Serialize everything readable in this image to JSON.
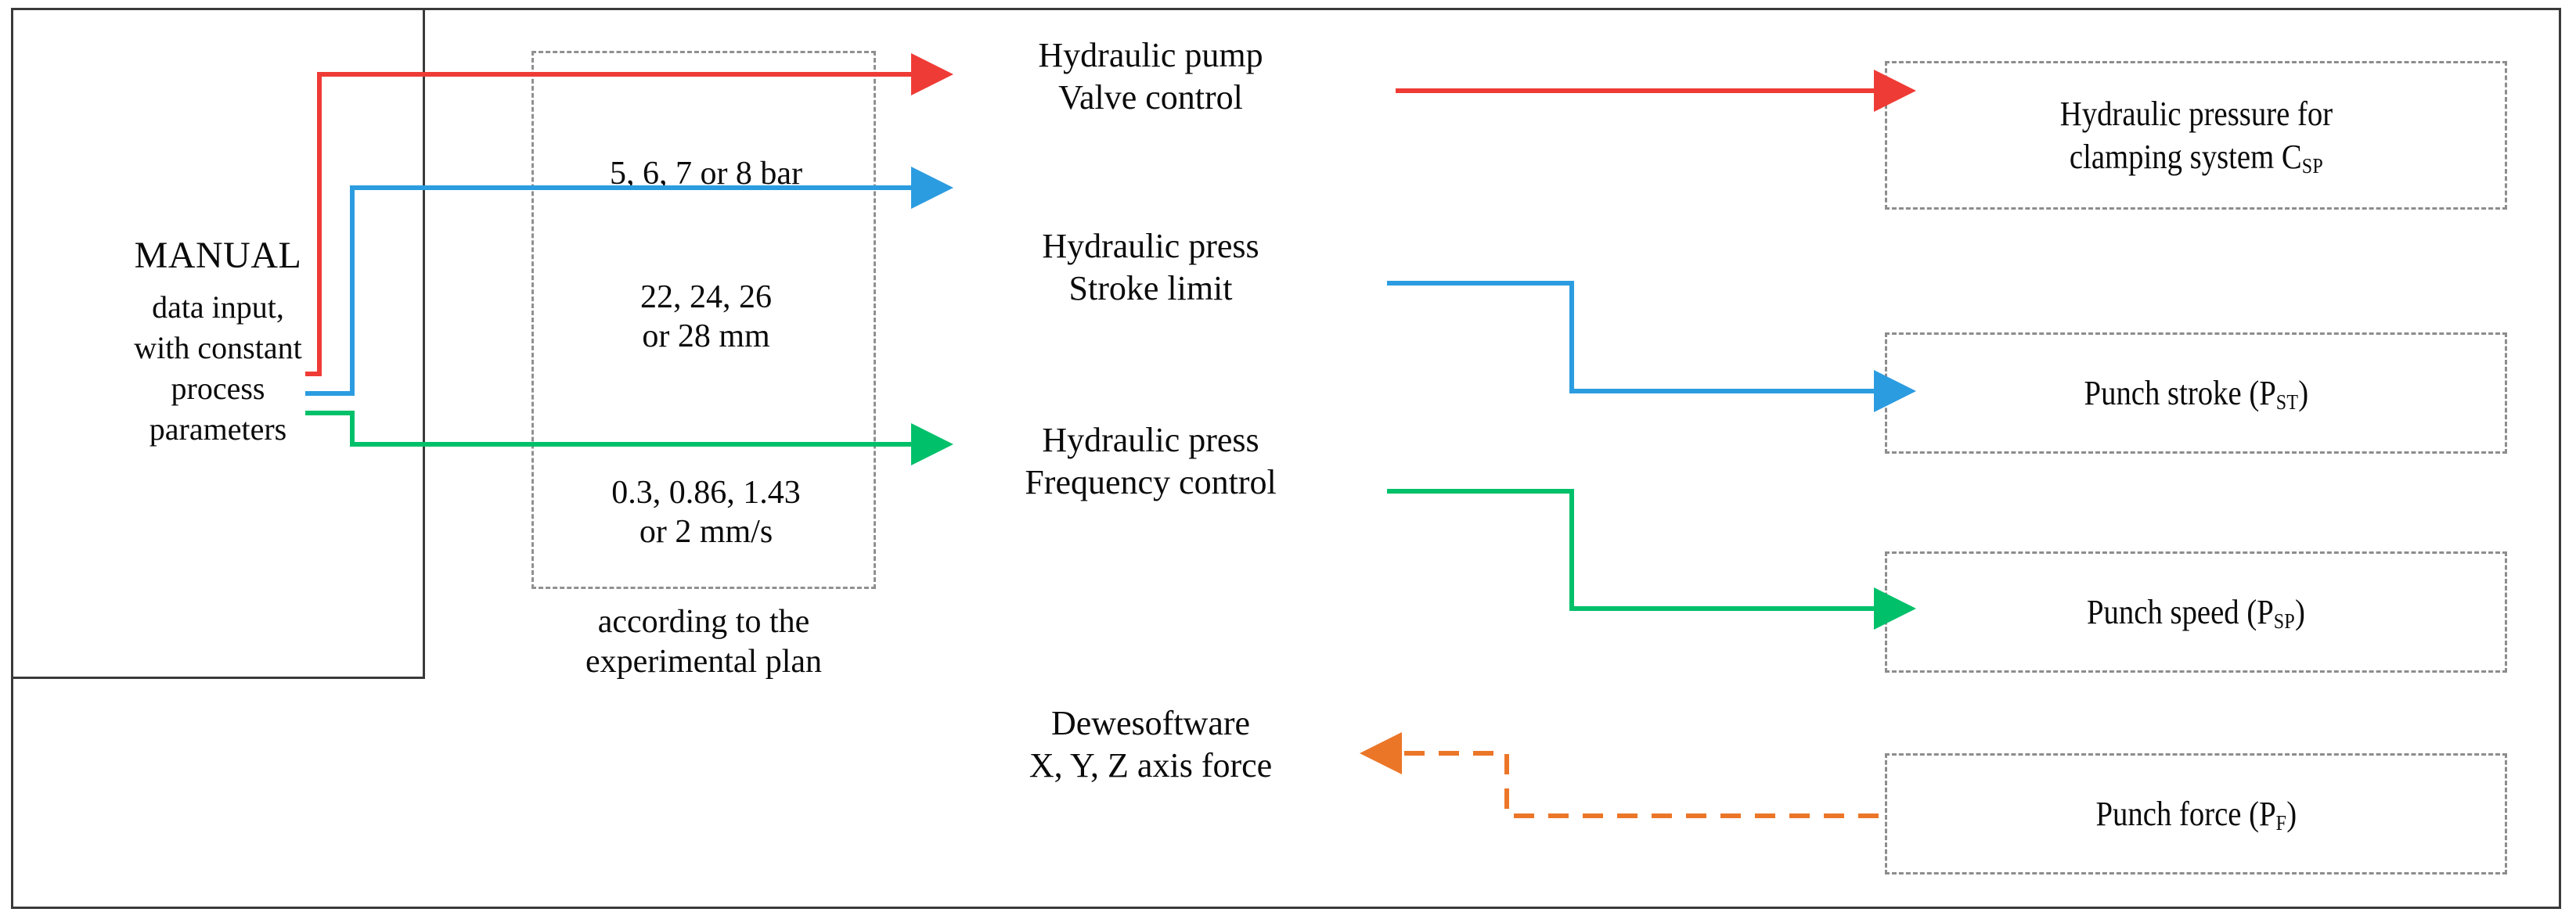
{
  "diagram": {
    "title": "Hydraulic press experimental control flow",
    "colors": {
      "red": "#ef3b35",
      "blue": "#2b9ce0",
      "green": "#00c06a",
      "orange": "#ec7628",
      "frame": "#3a3a3a",
      "dashed": "#8d8d8d"
    }
  },
  "manual_box": {
    "title": "MANUAL",
    "line1": "data input,",
    "line2": "with constant",
    "line3": "process",
    "line4": "parameters"
  },
  "parameters": {
    "pressure": "5, 6, 7 or 8 bar",
    "stroke_line1": "22, 24, 26",
    "stroke_line2": "or 28 mm",
    "speed_line1": "0.3, 0.86, 1.43",
    "speed_line2": "or 2 mm/s",
    "note_line1": "according to the",
    "note_line2": "experimental plan"
  },
  "controls": [
    {
      "line1": "Hydraulic pump",
      "line2": "Valve control"
    },
    {
      "line1": "Hydraulic press",
      "line2": "Stroke limit"
    },
    {
      "line1": "Hydraulic press",
      "line2": "Frequency control"
    },
    {
      "line1": "Dewesoftware",
      "line2": "X, Y, Z axis force"
    }
  ],
  "outputs": [
    {
      "line1": "Hydraulic pressure for",
      "line2": "clamping system C",
      "sub2": "SP"
    },
    {
      "line1": "Punch stroke (P",
      "sub1": "ST",
      "line2": ")"
    },
    {
      "line1": "Punch speed (P",
      "sub1": "SP",
      "line2": ")"
    },
    {
      "line1": "Punch force (P",
      "sub1": "F",
      "line2": ")"
    }
  ],
  "connectors": [
    {
      "name": "pressure-signal",
      "color": "#ef3b35",
      "style": "solid",
      "direction": "right"
    },
    {
      "name": "stroke-signal",
      "color": "#2b9ce0",
      "style": "solid",
      "direction": "right"
    },
    {
      "name": "speed-signal",
      "color": "#00c06a",
      "style": "solid",
      "direction": "right"
    },
    {
      "name": "force-feedback",
      "color": "#ec7628",
      "style": "dashed",
      "direction": "left"
    }
  ]
}
